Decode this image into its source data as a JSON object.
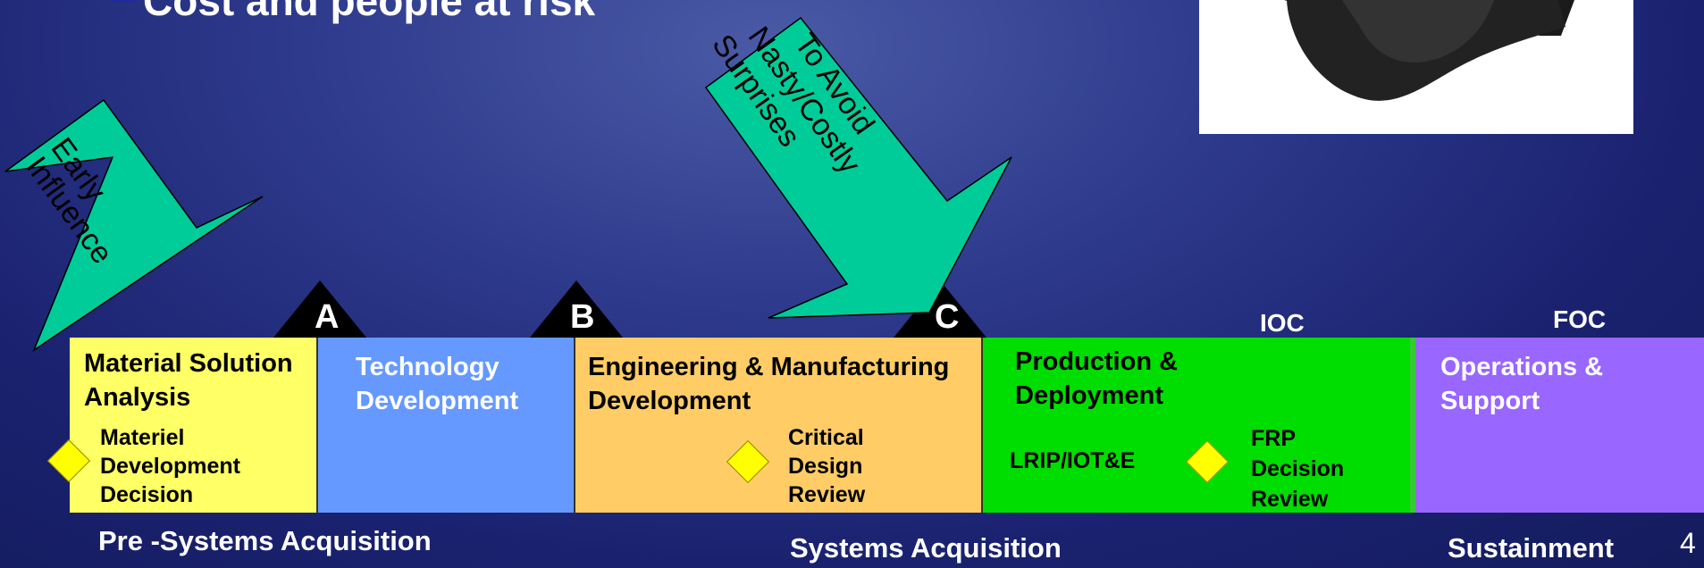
{
  "headline": "Cost and people at risk",
  "arrows": {
    "early_line1": "Early",
    "early_line2": "Influence",
    "avoid_line1": "To Avoid",
    "avoid_line2": "Nasty/Costly",
    "avoid_line3": "Surprises"
  },
  "milestones": {
    "a": "A",
    "b": "B",
    "c": "C",
    "ioc": "IOC",
    "foc": "FOC"
  },
  "stages": {
    "msa": {
      "title_line1": "Material Solution",
      "title_line2": "Analysis",
      "decision_line1": "Materiel",
      "decision_line2": "Development",
      "decision_line3": "Decision",
      "color": "#ffff66"
    },
    "td": {
      "title_line1": "Technology",
      "title_line2": "Development",
      "color": "#6699ff"
    },
    "emd": {
      "title_line1": "Engineering & Manufacturing",
      "title_line2": "Development",
      "review_line1": "Critical",
      "review_line2": "Design",
      "review_line3": "Review",
      "color": "#ffcc66"
    },
    "pd": {
      "title_line1": "Production &",
      "title_line2": "Deployment",
      "lrip": "LRIP/IOT&E",
      "frp_line1": "FRP",
      "frp_line2": "Decision",
      "frp_line3": "Review",
      "color": "#00dd00"
    },
    "os": {
      "title_line1": "Operations &",
      "title_line2": "Support",
      "color": "#9966ff"
    }
  },
  "phases": {
    "pre": "Pre -Systems Acquisition",
    "sys": "Systems Acquisition",
    "sus": "Sustainment"
  },
  "page_number": "4"
}
